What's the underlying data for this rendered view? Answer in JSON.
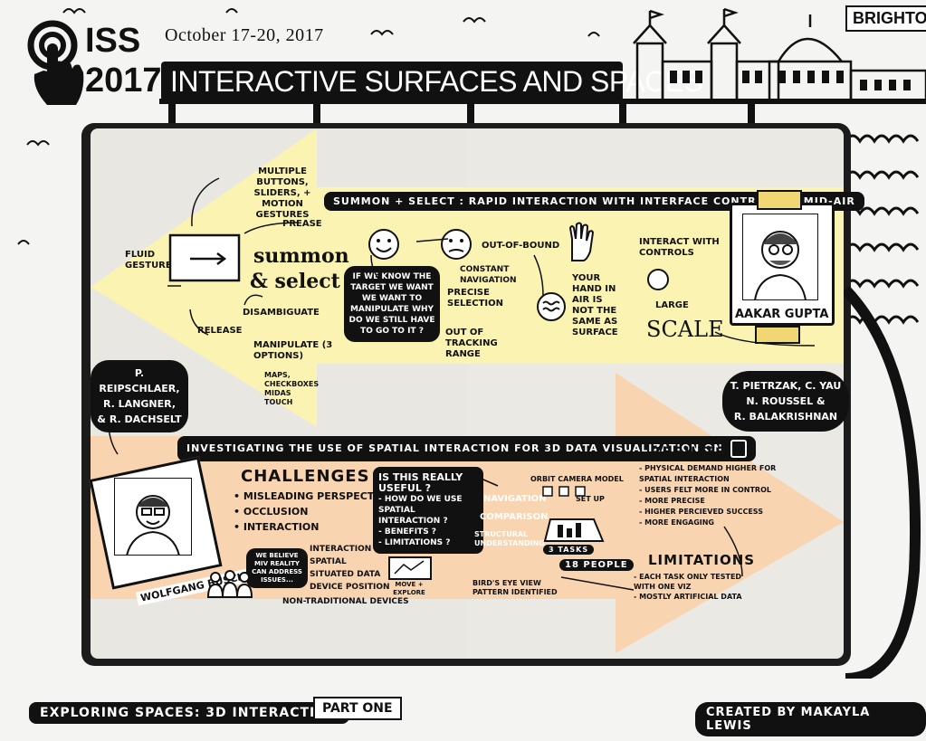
{
  "header": {
    "logo_top": "ISS",
    "logo_bottom": "2017",
    "date": "October 17-20, 2017",
    "title": "INTERACTIVE SURFACES AND SPACES",
    "city": "BRIGHTON"
  },
  "upper_talk": {
    "banner": "SUMMON + SELECT : RAPID INTERACTION WITH INTERFACE CONTROLS IN MID-AIR",
    "author": "AAKAR GUPTA",
    "coauthors": [
      "T. PIETRZAK, C. YAU",
      "N. ROUSSEL &",
      "R. BALAKRISHNAN"
    ],
    "title_script_line1": "summon",
    "title_script_line2": "& select",
    "notes": {
      "multiple": "MULTIPLE BUTTONS, SLIDERS, + MOTION GESTURES",
      "prease": "PREASE",
      "fluid": "FLUID GESTURE",
      "release": "RELEASE",
      "disambiguate": "DISAMBIGUATE",
      "manipulate": "MANIPULATE (3 OPTIONS)",
      "maps": "MAPS, CHECKBOXES MIDAS TOUCH",
      "bubble": "IF WE KNOW THE TARGET WE WANT WE WANT TO MANIPULATE WHY DO WE STILL HAVE TO GO TO IT ?",
      "out_of_bound": "OUT-OF-BOUND",
      "constant": "CONSTANT NAVIGATION",
      "precise": "PRECISE SELECTION",
      "tracking": "OUT OF TRACKING RANGE",
      "hand_air": "YOUR HAND IN AIR IS NOT THE SAME AS SURFACE",
      "interact": "INTERACT WITH CONTROLS",
      "large": "LARGE",
      "scale": "SCALE"
    }
  },
  "lower_talk": {
    "authors": [
      "P. REIPSCHLAER,",
      "R. LANGNER,",
      "& R. DACHSELT"
    ],
    "banner": "INVESTIGATING THE USE OF SPATIAL INTERACTION FOR 3D DATA VISUALIZATION ON",
    "speaker": "WOLFGANG BUSCHEL",
    "challenges_title": "CHALLENGES",
    "challenges": [
      "MISLEADING PERSPECTIVE",
      "OCCLUSION",
      "INTERACTION"
    ],
    "believe": "WE BELIEVE MIV REALITY CAN ADDRESS ISSUES...",
    "believe_items": [
      "INTERACTION",
      "SPATIAL",
      "SITUATED DATA",
      "DEVICE POSITION",
      "NON-TRADITIONAL DEVICES"
    ],
    "move_explore": "MOVE + EXPLORE",
    "useful_box": [
      "IS THIS REALLY USEFUL ?",
      "- HOW DO WE USE SPATIAL INTERACTION ?",
      "- BENEFITS ?",
      "- LIMITATIONS ?"
    ],
    "orbit": "ORBIT CAMERA MODEL",
    "navigation": "NAVIGATION",
    "comparison": "COMPARISON",
    "structural": "STRUCTURAL UNDERSTANDING",
    "set_up": "SET UP",
    "tasks": "3 TASKS",
    "people": "18 PEOPLE",
    "birds_eye": "BIRD'S EYE VIEW PATTERN IDENTIFIED",
    "results_title": "RESULTS",
    "results": [
      "- PHYSICAL DEMAND HIGHER FOR SPATIAL INTERACTION",
      "- USERS FELT MORE IN CONTROL",
      "- MORE PRECISE",
      "- HIGHER PERCIEVED SUCCESS",
      "- MORE ENGAGING"
    ],
    "limitations_title": "LIMITATIONS",
    "limitations": [
      "- EACH TASK ONLY TESTED WITH ONE VIZ",
      "- MOSTLY ARTIFICIAL DATA"
    ]
  },
  "footer": {
    "left": "EXPLORING SPACES: 3D INTERACTION",
    "part": "PART ONE",
    "credit": "CREATED BY MAKAYLA LEWIS"
  },
  "colors": {
    "yellow": "#fbf3b2",
    "orange": "#f9d4b0",
    "paper": "#e8e6e0",
    "ink": "#111111"
  }
}
